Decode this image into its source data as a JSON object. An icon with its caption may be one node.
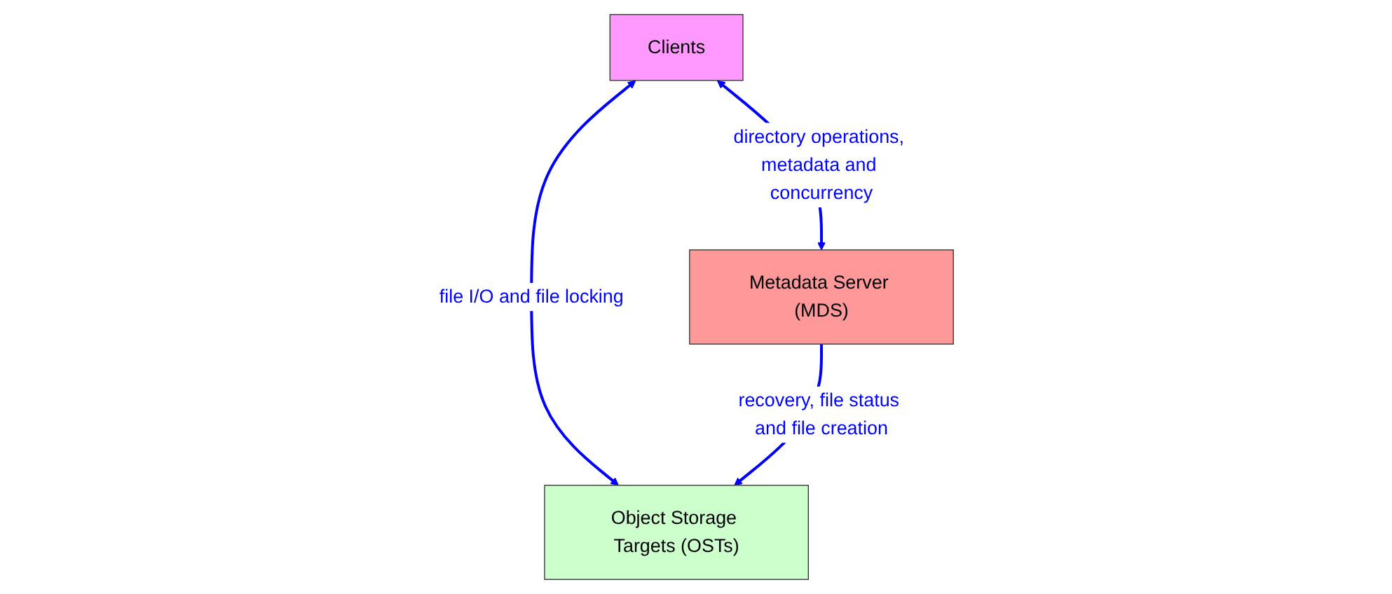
{
  "diagram": {
    "nodes": [
      {
        "text": [
          "Clients"
        ]
      },
      {
        "text": [
          "Object Storage Targets (OSTs)"
        ]
      },
      {
        "text": [
          "Metadata Server (MDS)"
        ]
      }
    ],
    "edges": [
      {
        "from": 0,
        "to": 1,
        "arrow": "both",
        "label": "file I/O and file locking"
      },
      {
        "from": 0,
        "to": 2,
        "arrow": "both",
        "label": "directory operations, metadata and concurrency"
      },
      {
        "from": 2,
        "to": 1,
        "arrow": "to",
        "label": "recovery, file status and file creation"
      }
    ]
  }
}
